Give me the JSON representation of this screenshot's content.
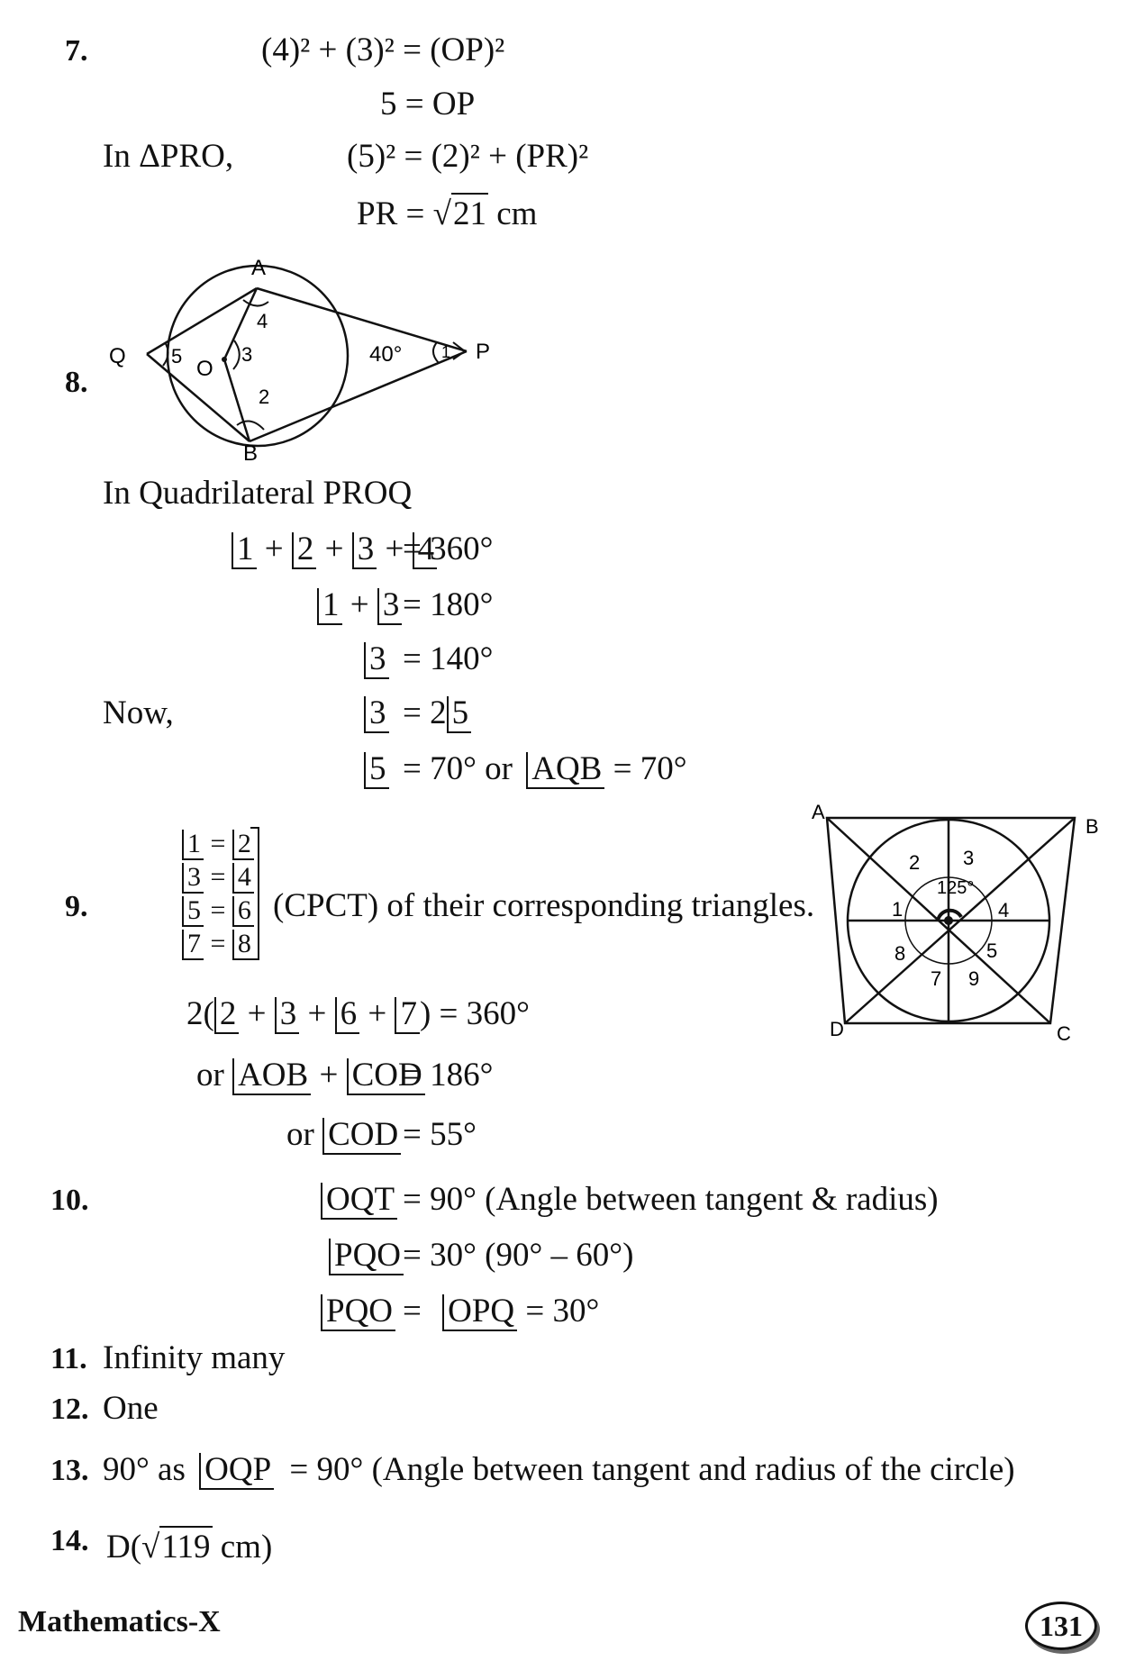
{
  "q7": {
    "num": "7.",
    "l1": "(4)² + (3)² = (OP)²",
    "l2": "5 = OP",
    "l3_pre": "In ΔPRO,",
    "l3": "(5)² = (2)² + (PR)²",
    "l4_a": "PR =",
    "l4_sqrt": "√",
    "l4_rad": "21",
    "l4_b": "cm"
  },
  "q8": {
    "num": "8.",
    "fig": {
      "A": "A",
      "B": "B",
      "O": "O",
      "P": "P",
      "Q": "Q",
      "a1": "1",
      "a2": "2",
      "a3": "3",
      "a4": "4",
      "a5": "5",
      "deg": "40°"
    },
    "intro": "In Quadrilateral PROQ",
    "e1_l": [
      "1",
      "2",
      "3",
      "4"
    ],
    "e1_r": "= 360°",
    "e2_l": [
      "1",
      "3"
    ],
    "e2_r": "= 180°",
    "e3_l": "3",
    "e3_r": "= 140°",
    "now": "Now,",
    "e4_l": "3",
    "e4_eq": "= 2",
    "e4_r": "5",
    "e5_l": "5",
    "e5_r": "= 70°  or",
    "e5_ang": "AQB",
    "e5_end": "= 70°"
  },
  "q9": {
    "num": "9.",
    "pairs": [
      [
        "1",
        "2"
      ],
      [
        "3",
        "4"
      ],
      [
        "5",
        "6"
      ],
      [
        "7",
        "8"
      ]
    ],
    "cpct": "(CPCT) of their corresponding triangles.",
    "e1_pre": "2(",
    "e1_angs": [
      "2",
      "3",
      "6",
      "7"
    ],
    "e1_post": ") = 360°",
    "e2_pre": "or",
    "e2_a": "AOB",
    "e2_b": "COD",
    "e2_r": "= 186°",
    "e3_pre": "or",
    "e3_a": "COD",
    "e3_r": "= 55°",
    "fig": {
      "A": "A",
      "B": "B",
      "C": "C",
      "D": "D",
      "n1": "1",
      "n2": "2",
      "n3": "3",
      "n4": "4",
      "n5": "5",
      "n7": "7",
      "n8": "8",
      "n9": "9",
      "deg": "125°"
    }
  },
  "q10": {
    "num": "10.",
    "e1_a": "OQT",
    "e1_r": "= 90°  (Angle between tangent & radius)",
    "e2_a": "PQO",
    "e2_r": "= 30° (90° – 60°)",
    "e3_a": "PQO",
    "e3_eq": "=",
    "e3_b": "OPQ",
    "e3_r": "= 30°"
  },
  "q11": {
    "num": "11.",
    "text": "Infinity many"
  },
  "q12": {
    "num": "12.",
    "text": "One"
  },
  "q13": {
    "num": "13.",
    "pre": "90° as",
    "ang": "OQP",
    "post": "= 90° (Angle between tangent and radius of the circle)"
  },
  "q14": {
    "num": "14.",
    "pre": "D(",
    "sqrt": "√",
    "rad": "119",
    "post": "cm)"
  },
  "footer": {
    "title": "Mathematics-X",
    "page": "131"
  }
}
